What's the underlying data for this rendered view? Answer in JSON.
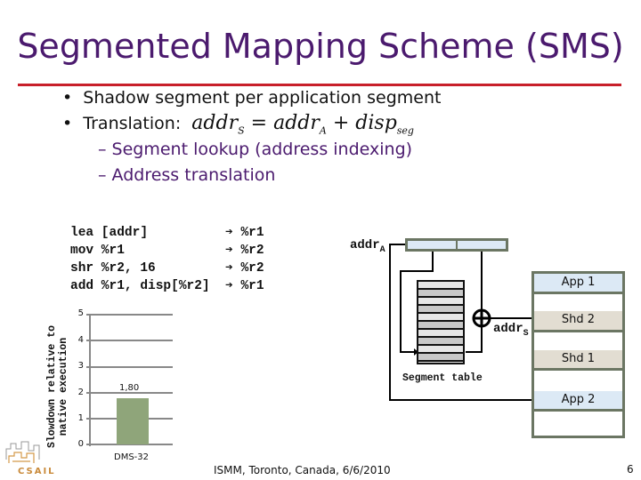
{
  "slide": {
    "title": "Segmented Mapping Scheme (SMS)",
    "page_number": "6",
    "footer": "ISMM, Toronto, Canada, 6/6/2010",
    "colors": {
      "title": "#4b1a6e",
      "rule": "#c8202a",
      "bar": "#8fa57a",
      "app_block": "#dce9f5",
      "shd_block": "#e2ddd2",
      "frame": "#6b7663"
    }
  },
  "bullets": [
    {
      "text": "Shadow segment per application segment"
    },
    {
      "text": "Translation:",
      "formula": {
        "lhs": "addr",
        "lhs_sub": "S",
        "rhs1": "addr",
        "rhs1_sub": "A",
        "rhs2": "disp",
        "rhs2_sub": "seg"
      }
    }
  ],
  "sub_bullets": [
    "– Segment lookup (address indexing)",
    "– Address translation"
  ],
  "code": {
    "lines": [
      {
        "instr": "lea [addr]          ",
        "dest": "%r1"
      },
      {
        "instr": "mov %r1             ",
        "dest": "%r2"
      },
      {
        "instr": "shr %r2, 16         ",
        "dest": "%r2"
      },
      {
        "instr": "add %r1, disp[%r2]  ",
        "dest": "%r1"
      }
    ],
    "arrow": "➔"
  },
  "diagram": {
    "addr_a_label": "addr",
    "addr_a_sub": "A",
    "addr_s_label": "addr",
    "addr_s_sub": "S",
    "segment_table_label": "Segment table",
    "plus_symbol": "⊕",
    "memory_blocks": [
      "App 1",
      "",
      "Shd 2",
      "",
      "Shd 1",
      "",
      "App 2",
      ""
    ]
  },
  "chart_data": {
    "type": "bar",
    "categories": [
      "DMS-32"
    ],
    "values": [
      1.8
    ],
    "data_labels": [
      "1,80"
    ],
    "title": "",
    "xlabel": "",
    "ylabel": "Slowdown relative to native execution",
    "ylim": [
      0,
      5
    ],
    "yticks": [
      "0",
      "1",
      "2",
      "3",
      "4",
      "5"
    ],
    "grid": true
  },
  "logo": {
    "text": "CSAIL"
  }
}
